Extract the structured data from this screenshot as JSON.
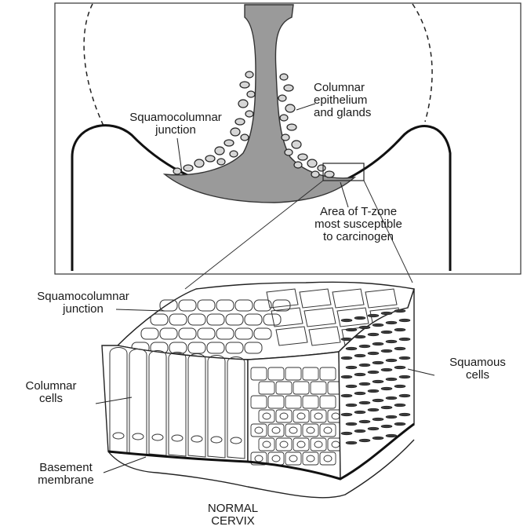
{
  "top_panel": {
    "columnar_label_1": "Columnar",
    "columnar_label_2": "epithelium",
    "columnar_label_3": "and glands",
    "scj_label_1": "Squamocolumnar",
    "scj_label_2": "junction",
    "tzone_label_1": "Area of T-zone",
    "tzone_label_2": "most susceptible",
    "tzone_label_3": "to carcinogen"
  },
  "bottom_panel": {
    "scj_label_1": "Squamocolumnar",
    "scj_label_2": "junction",
    "columnar_cells_1": "Columnar",
    "columnar_cells_2": "cells",
    "squamous_cells_1": "Squamous",
    "squamous_cells_2": "cells",
    "basement_1": "Basement",
    "basement_2": "membrane",
    "caption_1": "NORMAL",
    "caption_2": "CERVIX"
  }
}
